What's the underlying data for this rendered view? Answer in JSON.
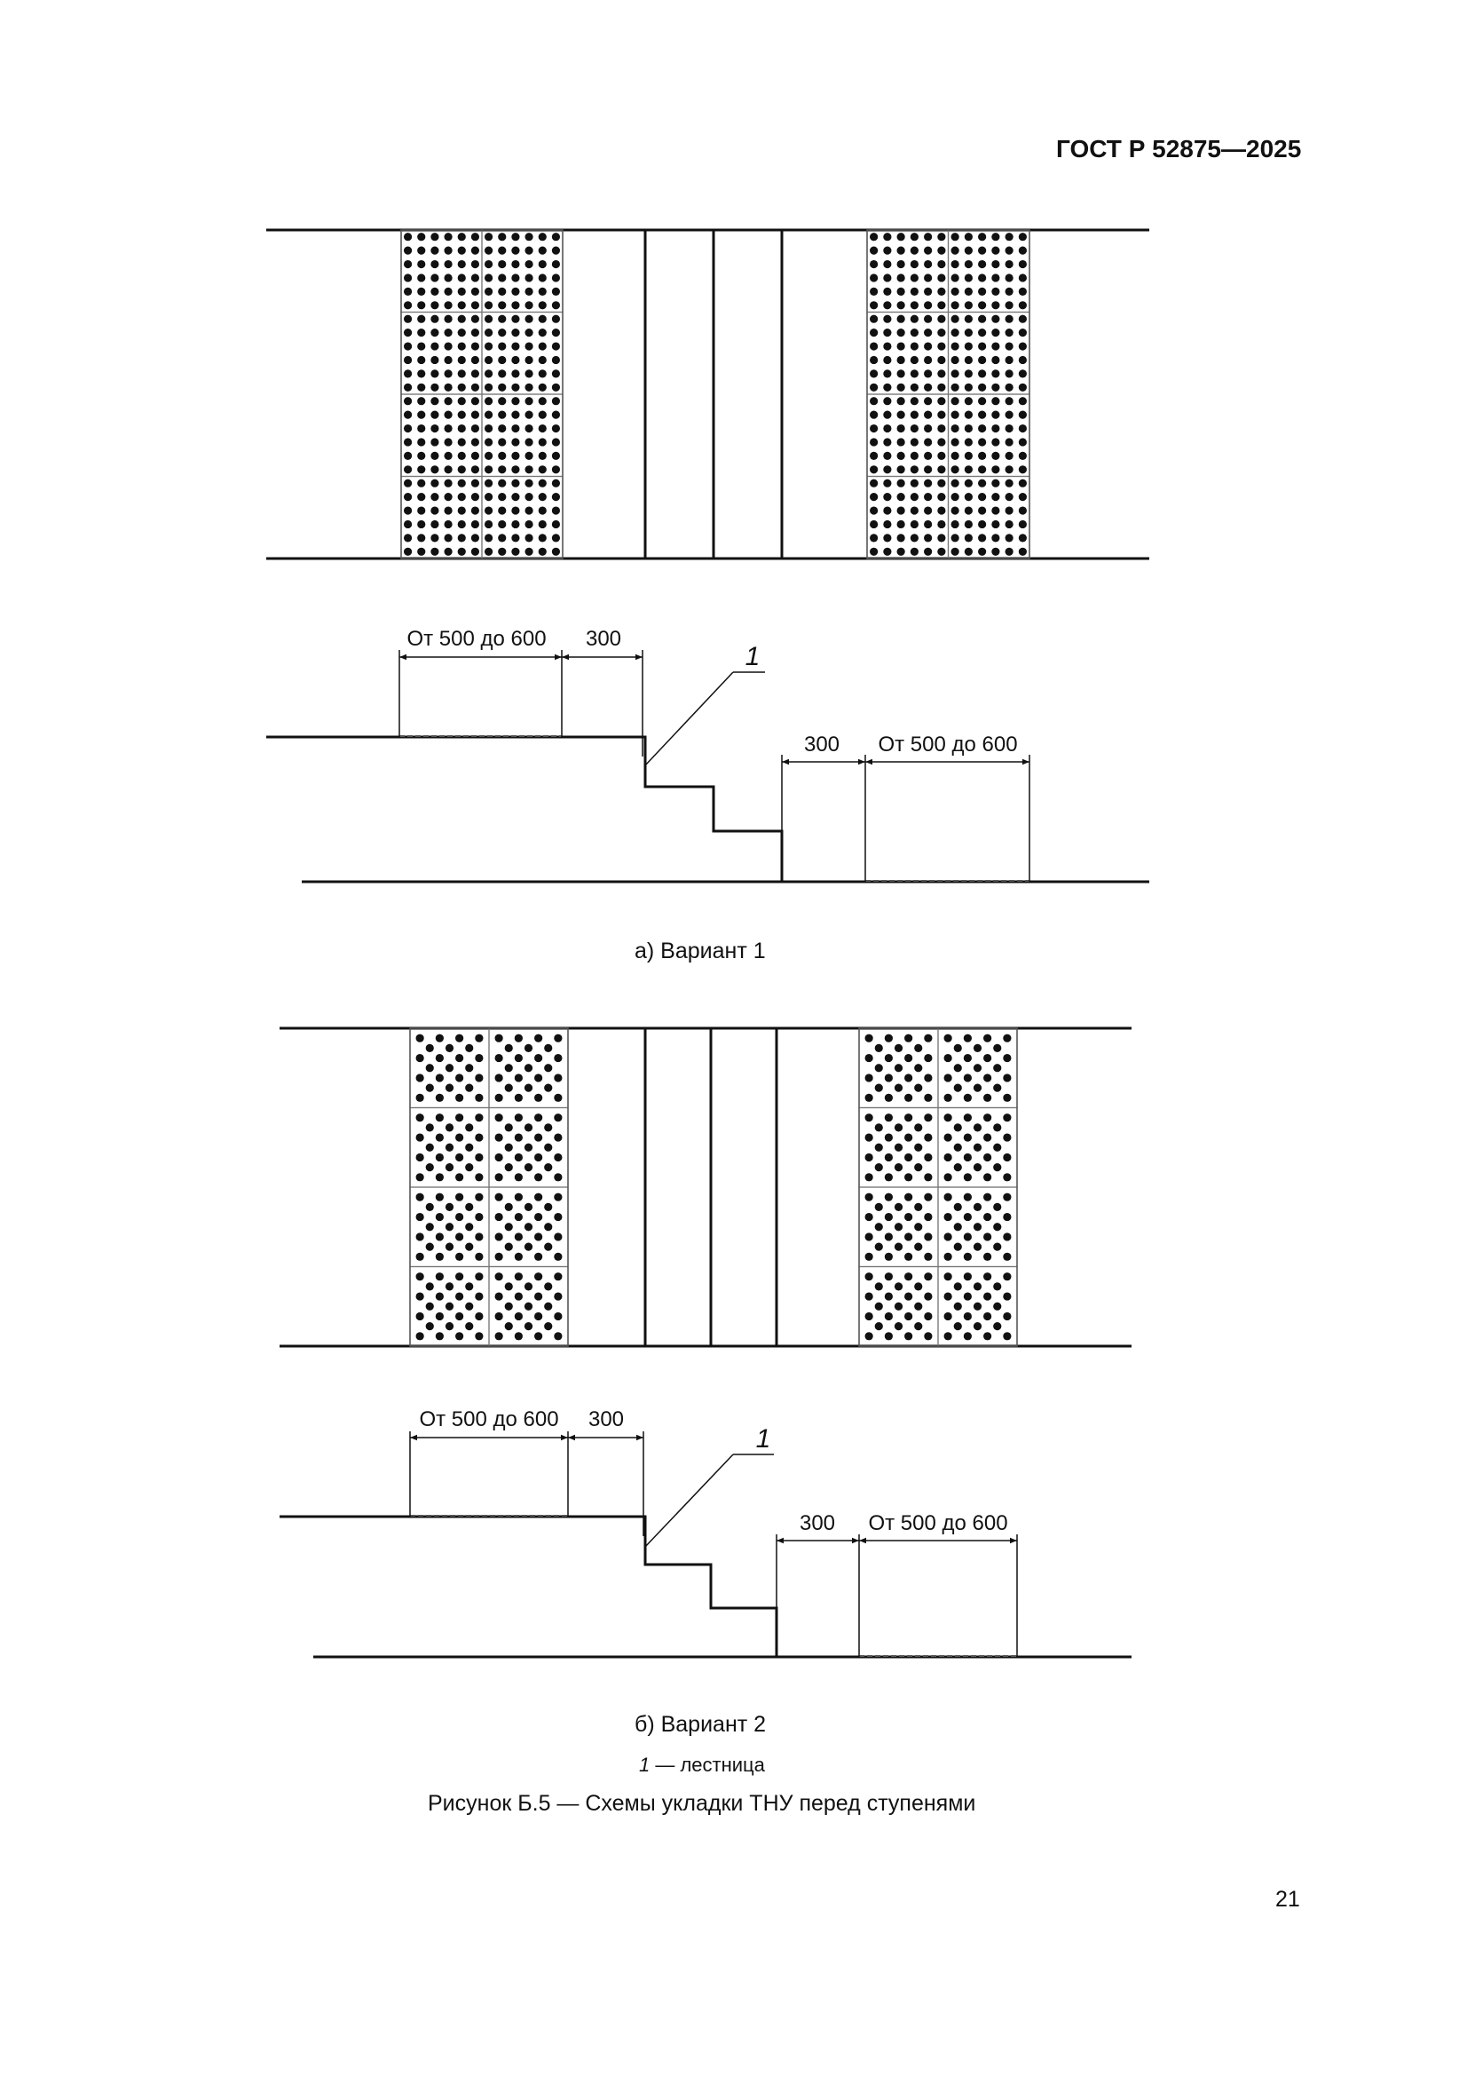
{
  "header": {
    "doc_code": "ГОСТ Р 52875—2025"
  },
  "variants": [
    {
      "caption": "а)  Вариант 1",
      "pattern": "square-grid",
      "dims_left": {
        "zone": "От 500 до 600",
        "gap": "300"
      },
      "dims_right": {
        "gap": "300",
        "zone": "От 500 до 600"
      },
      "callout": "1"
    },
    {
      "caption": "б)  Вариант 2",
      "pattern": "diagonal",
      "dims_left": {
        "zone": "От 500 до 600",
        "gap": "300"
      },
      "dims_right": {
        "gap": "300",
        "zone": "От 500 до 600"
      },
      "callout": "1"
    }
  ],
  "legend": {
    "key": "1",
    "text": " — лестница"
  },
  "figure_caption": "Рисунок Б.5 — Схемы укладки ТНУ перед ступенями",
  "page_number": "21"
}
